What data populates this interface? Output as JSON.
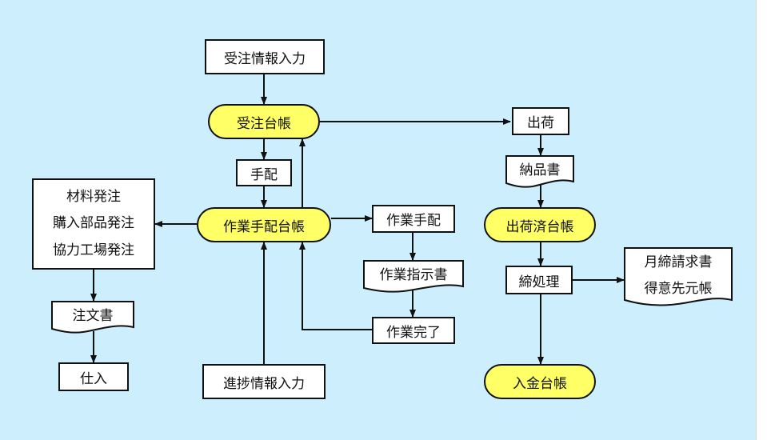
{
  "nodes": {
    "order_input": "受注情報入力",
    "order_ledger": "受注台帳",
    "arrangement": "手配",
    "work_ledger": "作業手配台帳",
    "procurement": [
      "材料発注",
      "購入部品発注",
      "協力工場発注"
    ],
    "purchase_order": "注文書",
    "receiving": "仕入",
    "progress_input": "進捗情報入力",
    "work_arrangement": "作業手配",
    "work_instruction": "作業指示書",
    "work_complete": "作業完了",
    "shipment": "出荷",
    "delivery_note": "納品書",
    "shipped_ledger": "出荷済台帳",
    "closing": "締処理",
    "billing_docs": [
      "月締請求書",
      "得意先元帳"
    ],
    "payment_ledger": "入金台帳"
  },
  "colors": {
    "ledger_fill": "#ffff66",
    "background": "#cdeefd",
    "line": "#111111"
  }
}
